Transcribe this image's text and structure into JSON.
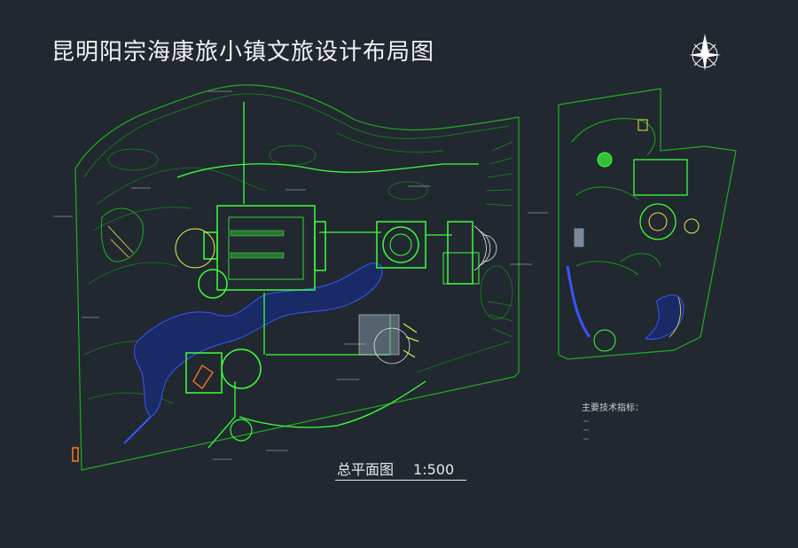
{
  "title": "昆明阳宗海康旅小镇文旅设计布局图",
  "plan_caption": "总平面图",
  "scale_ratio": "1:500",
  "technical_index_label": "主要技术指标：",
  "colors": {
    "background": "#212830",
    "boundary": "#1fae1f",
    "building": "#3cff3c",
    "water": "#2233aa",
    "paving": "#7a8a9a",
    "accent_yellow": "#e8e84a",
    "accent_orange": "#ff7a1a"
  },
  "icons": [
    "north-arrow-icon"
  ]
}
